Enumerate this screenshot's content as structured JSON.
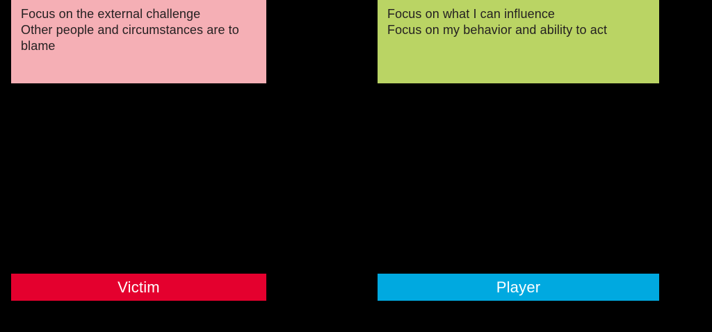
{
  "background_color": "#000000",
  "columns": [
    {
      "id": "victim",
      "panel": {
        "background_color": "#F5AFB5",
        "text_color": "#231f20",
        "lines": [
          "Focus on the external challenge",
          "Other people and circumstances are to blame"
        ]
      },
      "label": {
        "text": "Victim",
        "background_color": "#E4002E",
        "text_color": "#FFFFFF"
      }
    },
    {
      "id": "player",
      "panel": {
        "background_color": "#BAD464",
        "text_color": "#231f20",
        "lines": [
          "Focus on what I can influence",
          "Focus on my behavior and ability to act"
        ]
      },
      "label": {
        "text": "Player",
        "background_color": "#00A9E0",
        "text_color": "#FFFFFF"
      }
    }
  ]
}
